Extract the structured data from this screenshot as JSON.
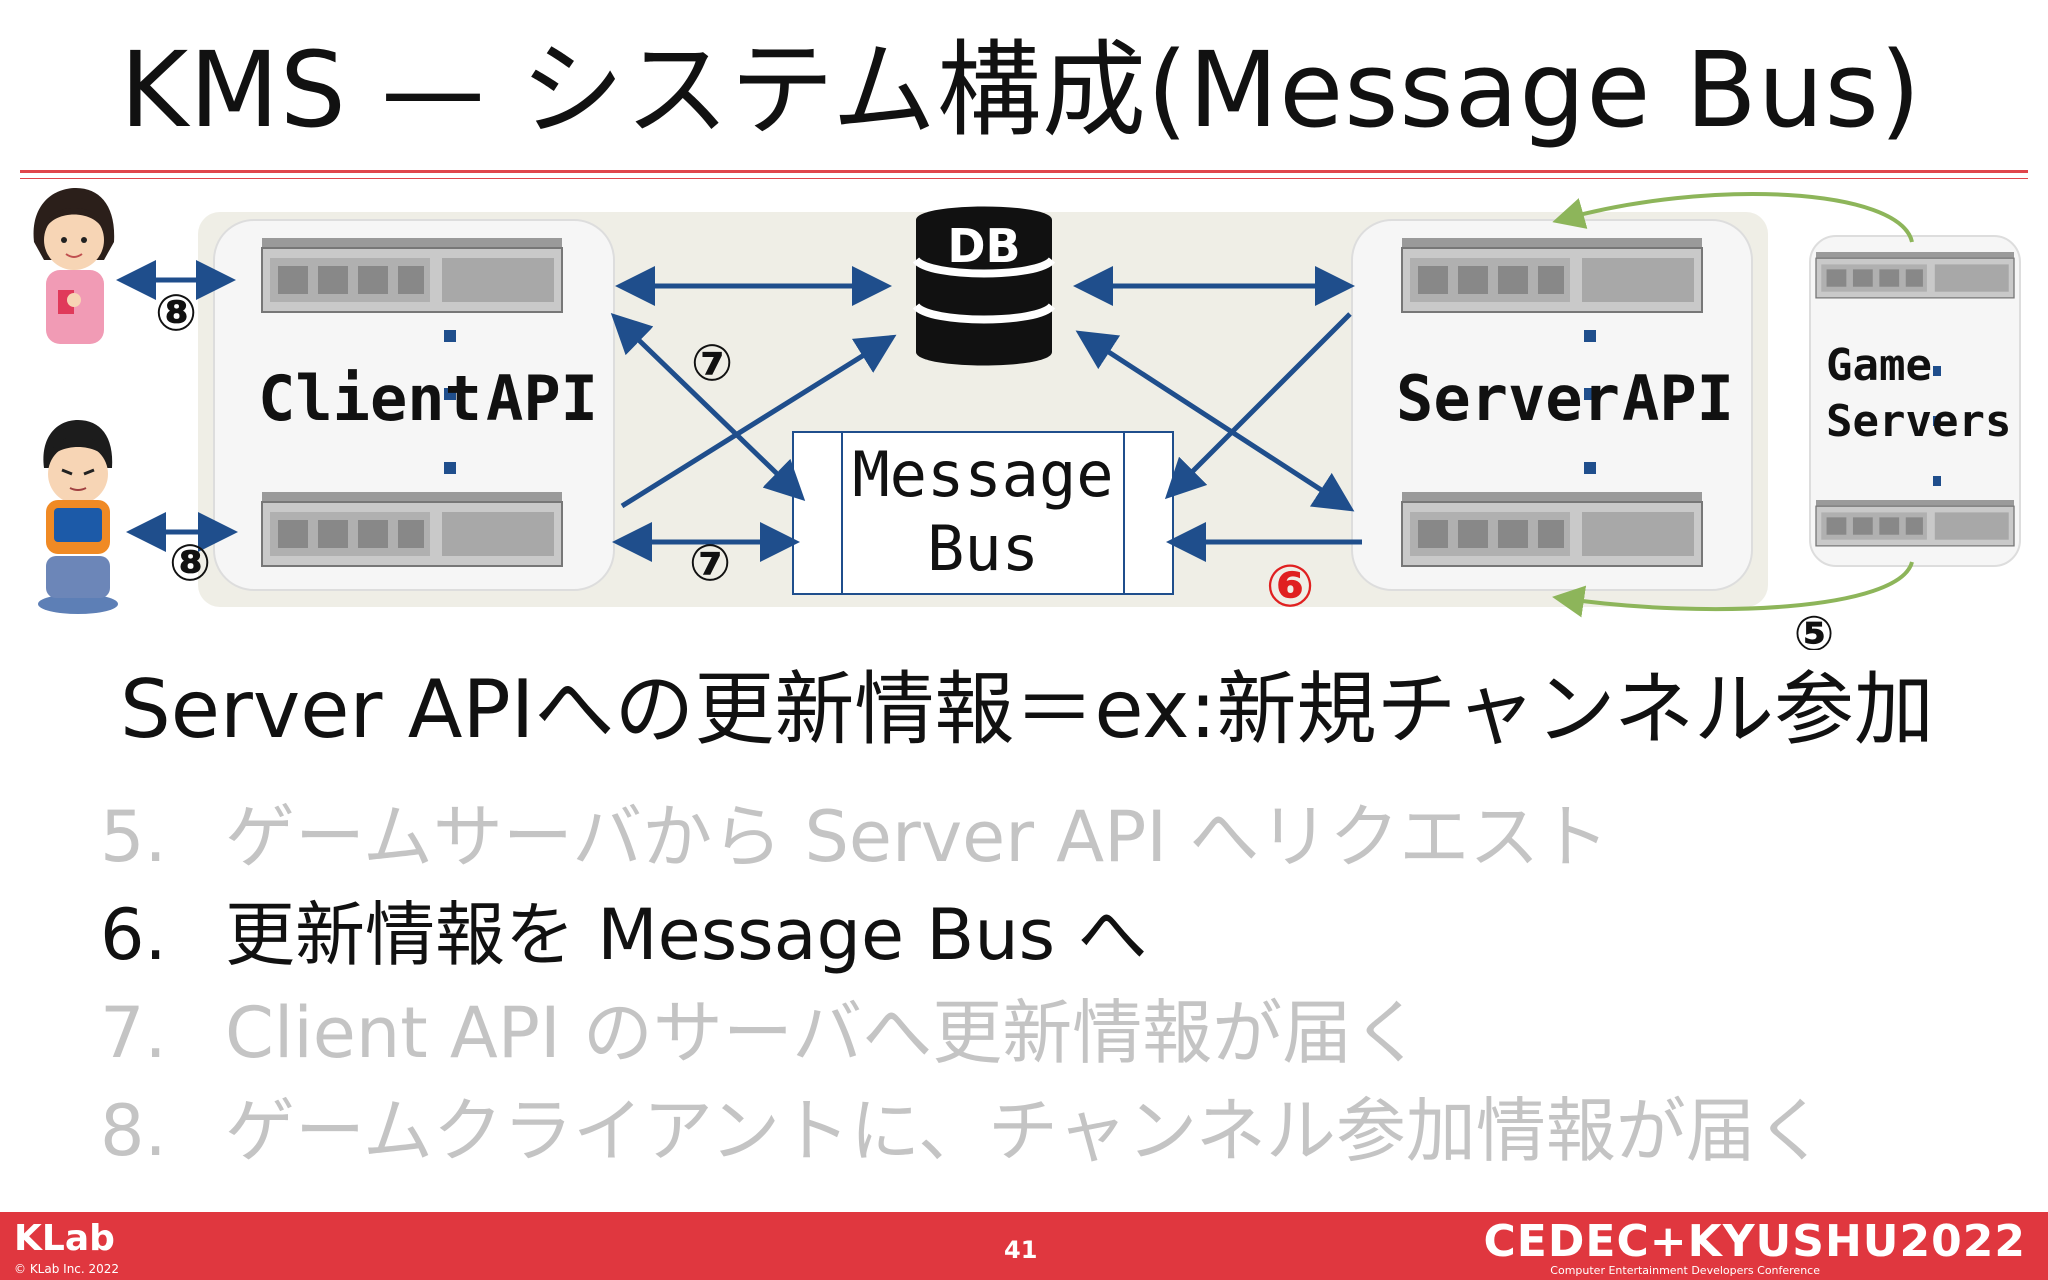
{
  "title": "KMS — システム構成(Message Bus)",
  "diagram": {
    "client_label_1": "Client",
    "client_label_2": "API",
    "server_label_1": "Server",
    "server_label_2": "API",
    "game_label_1": "Game",
    "game_label_2": "Servers",
    "db_label": "DB",
    "bus_label_1": "Message",
    "bus_label_2": "Bus",
    "num_8a": "⑧",
    "num_8b": "⑧",
    "num_7a": "⑦",
    "num_7b": "⑦",
    "num_6": "⑥",
    "num_5": "⑤",
    "colors": {
      "arrow": "#1f4e8c",
      "highlight": "#e02020",
      "green": "#8db55a"
    }
  },
  "subtitle": "Server APIへの更新情報＝ex:新規チャンネル参加",
  "steps": [
    {
      "num": "5.",
      "text": "ゲームサーバから Server API へリクエスト"
    },
    {
      "num": "6.",
      "text": "更新情報を Message Bus へ"
    },
    {
      "num": "7.",
      "text": "Client API のサーバへ更新情報が届く"
    },
    {
      "num": "8.",
      "text": "ゲームクライアントに、チャンネル参加情報が届く"
    }
  ],
  "footer": {
    "logo": "KLab",
    "copyright": "© KLab Inc. 2022",
    "page": "41",
    "event": "CEDEC+KYUSHU2022",
    "event_sub": "Computer Entertainment Developers Conference"
  }
}
